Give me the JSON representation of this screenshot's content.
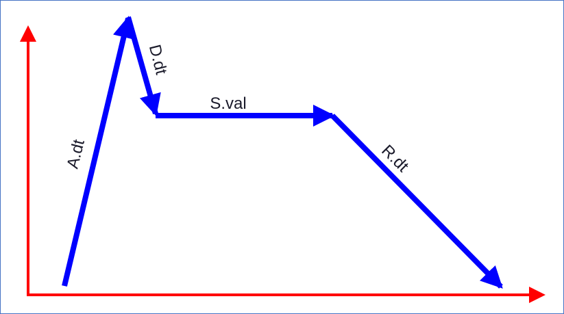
{
  "labels": {
    "attack": "A.dt",
    "decay": "D.dt",
    "sustain": "S.val",
    "release": "R.dt"
  },
  "colors": {
    "axis": "#ff0000",
    "envelope": "#0000ff",
    "border": "#4472c4"
  }
}
